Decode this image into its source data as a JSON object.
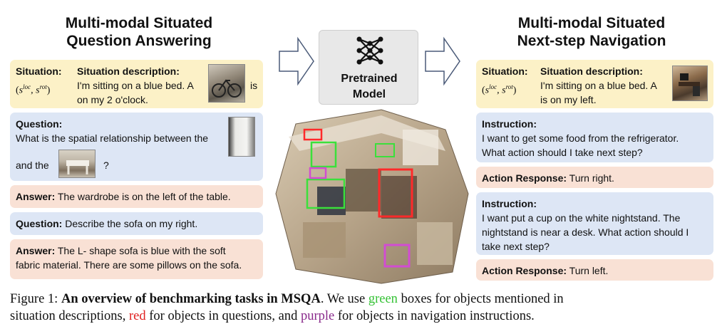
{
  "left": {
    "title_line1": "Multi-modal Situated",
    "title_line2": "Question Answering",
    "situation_label": "Situation:",
    "situation_formula": "(s^{loc}, s^{rot})",
    "situation_desc_label": "Situation description:",
    "situation_desc_pre": "I'm sitting on a  blue bed. A",
    "situation_desc_post": "is",
    "situation_desc_line2": "on my 2 o'clock.",
    "question1_label": "Question:",
    "question1_line1": "What is the spatial relationship between  the",
    "question1_line2_pre": "and the",
    "question1_line2_post": "?",
    "answer1_label": "Answer:",
    "answer1_text": "The wardrobe is on the left of the table.",
    "question2_label": "Question:",
    "question2_text": "Describe the sofa on my right.",
    "answer2_label": "Answer:",
    "answer2_line1": "The L- shape sofa is blue with the soft",
    "answer2_line2": "fabric material. There are some pillows on the sofa."
  },
  "center": {
    "model_line1": "Pretrained",
    "model_line2": "Model"
  },
  "right": {
    "title_line1": "Multi-modal Situated",
    "title_line2": "Next-step Navigation",
    "situation_label": "Situation:",
    "situation_formula": "(s^{loc}, s^{rot})",
    "situation_desc_label": "Situation description:",
    "situation_desc_line1": "I'm sitting on a blue bed. A",
    "situation_desc_line2": "is on my left.",
    "instruction1_label": "Instruction:",
    "instruction1_line1": "I want to get some food from the refrigerator.",
    "instruction1_line2": "What action should I take next step?",
    "action1_label": "Action Response:",
    "action1_text": "Turn right.",
    "instruction2_label": "Instruction:",
    "instruction2_line1": "I want put a cup on the white nightstand. The",
    "instruction2_line2": "nightstand is near a desk. What action should I",
    "instruction2_line3": "take next step?",
    "action2_label": "Action Response:",
    "action2_text": "Turn left."
  },
  "caption": {
    "fig": "Figure 1:",
    "bold": "An overview of benchmarking tasks in MSQA",
    "p1": ". We use ",
    "green": "green",
    "p2": " boxes for objects mentioned in",
    "p3": "situation descriptions, ",
    "red": "red",
    "p4": " for objects in questions, and ",
    "purple": "purple",
    "p5": " for objects in navigation instructions."
  },
  "colors": {
    "yellow_box": "#fcf1c7",
    "blue_box": "#dde6f5",
    "peach_box": "#f9e1d5",
    "green": "#35c235",
    "red": "#e02020",
    "purple": "#8a2b8c"
  }
}
